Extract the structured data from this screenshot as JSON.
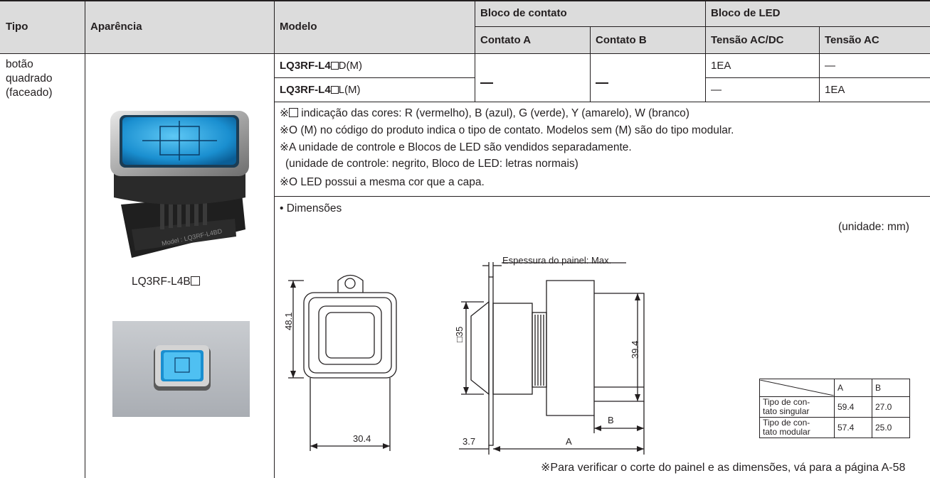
{
  "header": {
    "tipo": "Tipo",
    "aparencia": "Aparência",
    "modelo": "Modelo",
    "bloco_contato": "Bloco de contato",
    "contato_a": "Contato A",
    "contato_b": "Contato B",
    "bloco_led": "Bloco de LED",
    "tensao_acdc": "Tensão AC/DC",
    "tensao_ac": "Tensão AC"
  },
  "tipo_value": [
    "botão",
    "quadrado",
    "(faceado)"
  ],
  "rows": [
    {
      "model_bold": "LQ3RF-L4",
      "model_suffix": "D(M)",
      "acdc": "1EA",
      "ac": "—"
    },
    {
      "model_bold": "LQ3RF-L4",
      "model_suffix": "L(M)",
      "acdc": "—",
      "ac": "1EA"
    }
  ],
  "notes": [
    "※",
    " indicação das cores: R (vermelho), B (azul), G (verde), Y (amarelo), W (branco)",
    "※O (M) no código do produto indica o tipo de contato. Modelos sem (M) são do tipo modular.",
    "※A unidade de controle  e Blocos de LED são vendidos separadamente.",
    "(unidade de controle: negrito, Bloco de LED: letras normais)",
    "※O LED possui a mesma cor que a capa."
  ],
  "appearance_caption": "LQ3RF-L4B",
  "product_label": "Model : LQ3RF-L4BD",
  "dimensions": {
    "title": "• Dimensões",
    "unit": "(unidade: mm)",
    "panel_thickness": "Espessura do painel: Max.",
    "dim_48_1": "48.1",
    "dim_30_4": "30.4",
    "dim_35": "□35",
    "dim_39_4": "39.4",
    "dim_3_7": "3.7",
    "dim_A": "A",
    "dim_B": "B"
  },
  "contact_table": {
    "col_a": "A",
    "col_b": "B",
    "rows": [
      {
        "label1": "Tipo de con-",
        "label2": "tato singular",
        "a": "59.4",
        "b": "27.0"
      },
      {
        "label1": "Tipo de con-",
        "label2": "tato modular",
        "a": "57.4",
        "b": "25.0"
      }
    ]
  },
  "footer_note": "※Para verificar o corte do painel e as dimensões, vá para a página  A-58"
}
